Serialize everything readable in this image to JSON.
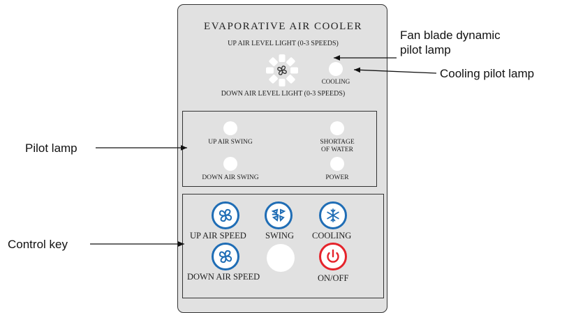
{
  "panel": {
    "title": "EVAPORATIVE AIR COOLER",
    "up_air_level": "UP AIR LEVEL LIGHT (0-3 SPEEDS)",
    "down_air_level": "DOWN AIR LEVEL LIGHT (0-3 SPEEDS)",
    "cooling_lamp_label": "COOLING",
    "pilot_box": {
      "up_air_swing": "UP AIR SWING",
      "shortage_line1": "SHORTAGE",
      "shortage_line2": "OF WATER",
      "down_air_swing": "DOWN AIR SWING",
      "power": "POWER"
    },
    "control_box": {
      "up_air_speed": "UP AIR SPEED",
      "swing": "SWING",
      "cooling": "COOLING",
      "down_air_speed": "DOWN AIR SPEED",
      "on_off": "ON/OFF"
    }
  },
  "callouts": {
    "fan_line1": "Fan blade dynamic",
    "fan_line2": "pilot lamp",
    "cooling": "Cooling pilot lamp",
    "pilot": "Pilot lamp",
    "control": "Control key"
  },
  "colors": {
    "blue_key": "#1f6db5",
    "red_key": "#e5232b",
    "green_text": "#0c9a56",
    "panel_bg": "#e1e1e1"
  },
  "icons": [
    "fan-icon",
    "swing-icon",
    "snowflake-icon",
    "power-icon"
  ]
}
